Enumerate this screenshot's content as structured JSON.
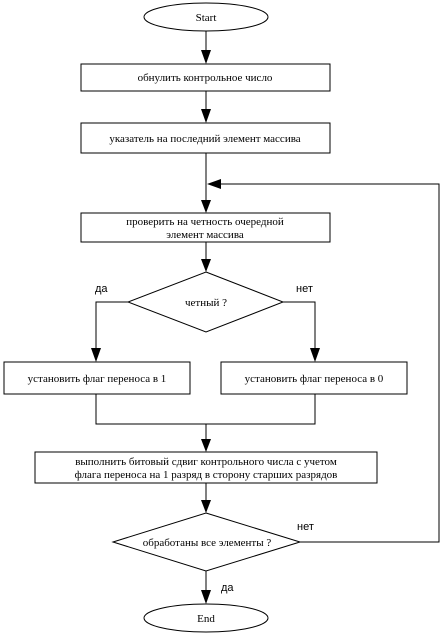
{
  "nodes": {
    "start": "Start",
    "reset_checksum": "обнулить контрольное число",
    "pointer_last": "указатель на последний элемент массива",
    "check_parity_line1": "проверить на четность очередной",
    "check_parity_line2": "элемент массива",
    "is_even": "четный ?",
    "set_carry_1": "установить флаг переноса в 1",
    "set_carry_0": "установить флаг переноса в 0",
    "shift_line1": "выполнить битовый сдвиг контрольного числа с учетом",
    "shift_line2": "флага переноса на 1 разряд в сторону старших разрядов",
    "all_processed": "обработаны все элементы ?",
    "end": "End"
  },
  "branch_labels": {
    "even_yes": "да",
    "even_no": "нет",
    "done_no": "нет",
    "done_yes": "да"
  }
}
